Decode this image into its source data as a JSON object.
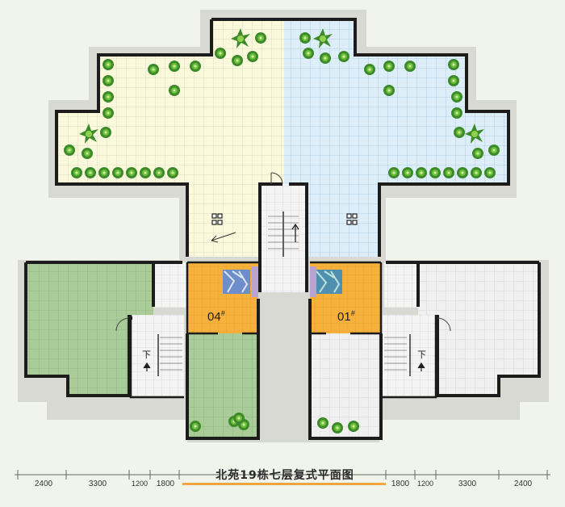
{
  "plan": {
    "title": "北苑19栋七层复式平面图",
    "units": [
      {
        "id": "west",
        "number": "04",
        "mark": "#"
      },
      {
        "id": "east",
        "number": "01",
        "mark": "#"
      }
    ],
    "stair_down_label": "下",
    "dimensions": {
      "left": [
        "2400",
        "3300",
        "1200",
        "1800"
      ],
      "right": [
        "1800",
        "1200",
        "3300",
        "2400"
      ]
    },
    "colors": {
      "terrace_west": "#fbf9dc",
      "terrace_east": "#deeef8",
      "terrace_south_west": "#a9cc98",
      "terrace_south_east": "#ececec",
      "unit_core": "#f6b13c",
      "wall": "#1c1c1c",
      "shrub": "#3d8a2a",
      "title_underline": "#f2a541"
    }
  }
}
